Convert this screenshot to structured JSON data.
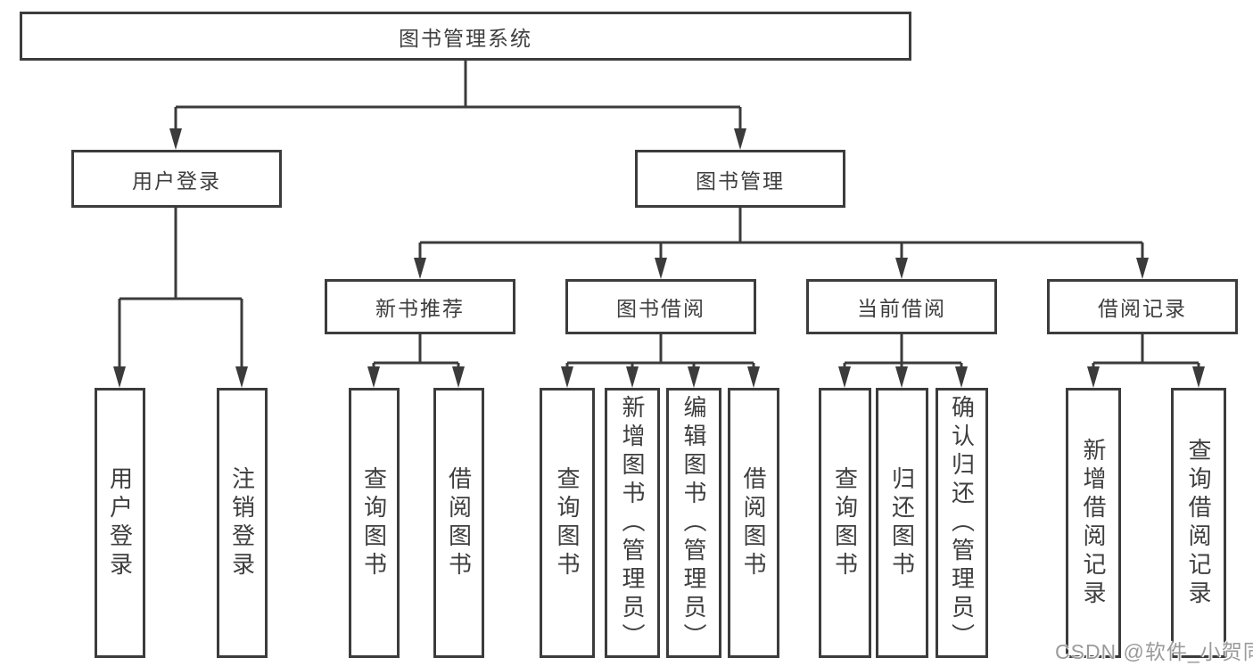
{
  "colors": {
    "line": "#3b3b3b",
    "box-border": "#3c3c3c",
    "text": "#3e3e3e",
    "watermark": "#9b9b9b",
    "background": "#ffffff"
  },
  "tree": {
    "root": {
      "label": "图书管理系统",
      "children": [
        {
          "label": "用户登录",
          "children": [
            {
              "label": "用户登录"
            },
            {
              "label": "注销登录"
            }
          ]
        },
        {
          "label": "图书管理",
          "children": [
            {
              "label": "新书推荐",
              "children": [
                {
                  "label": "查询图书"
                },
                {
                  "label": "借阅图书"
                }
              ]
            },
            {
              "label": "图书借阅",
              "children": [
                {
                  "label": "查询图书"
                },
                {
                  "label": "新增图书（管理员）"
                },
                {
                  "label": "编辑图书（管理员）"
                },
                {
                  "label": "借阅图书"
                }
              ]
            },
            {
              "label": "当前借阅",
              "children": [
                {
                  "label": "查询图书"
                },
                {
                  "label": "归还图书"
                },
                {
                  "label": "确认归还（管理员）"
                }
              ]
            },
            {
              "label": "借阅记录",
              "children": [
                {
                  "label": "新增借阅记录"
                },
                {
                  "label": "查询借阅记录"
                }
              ]
            }
          ]
        }
      ]
    }
  },
  "watermark": {
    "text": "CSDN @软件_小贺同学"
  }
}
